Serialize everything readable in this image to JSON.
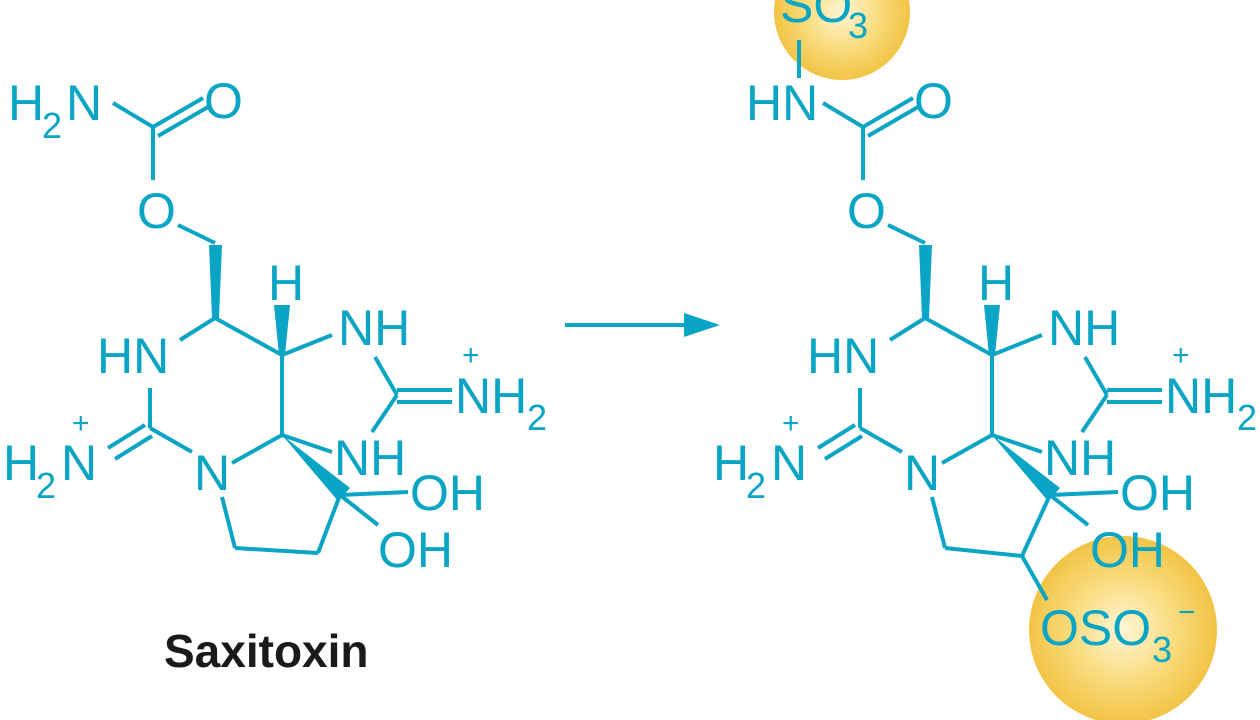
{
  "colors": {
    "structure": "#0aa5c4",
    "highlight": "#f5c84a",
    "caption": "#1a1a1a"
  },
  "left": {
    "h2n": "H",
    "h2n_sub": "2",
    "h2n_n": "N",
    "o_carbonyl": "O",
    "o_ester": "O",
    "h": "H",
    "hn": "HN",
    "nh_top": "NH",
    "nh2_n": "NH",
    "nh2_sub": "2",
    "nh2_plus": "+",
    "h2n_ring_h": "H",
    "h2n_ring_sub": "2",
    "h2n_ring_n": "N",
    "h2n_ring_plus": "+",
    "n_ring": "N",
    "nh_bottom": "NH",
    "oh_1": "OH",
    "oh_2": "OH",
    "name": "Saxitoxin"
  },
  "right": {
    "so3": "SO",
    "so3_sub": "3",
    "hn_top": "HN",
    "o_carbonyl": "O",
    "o_ester": "O",
    "h": "H",
    "hn": "HN",
    "nh_top": "NH",
    "nh2_n": "NH",
    "nh2_sub": "2",
    "nh2_plus": "+",
    "h2n_ring_h": "H",
    "h2n_ring_sub": "2",
    "h2n_ring_n": "N",
    "h2n_ring_plus": "+",
    "n_ring": "N",
    "nh_bottom": "NH",
    "oh_1": "OH",
    "oh_2": "OH",
    "oso3": "OSO",
    "oso3_sub": "3",
    "oso3_minus": "−"
  }
}
